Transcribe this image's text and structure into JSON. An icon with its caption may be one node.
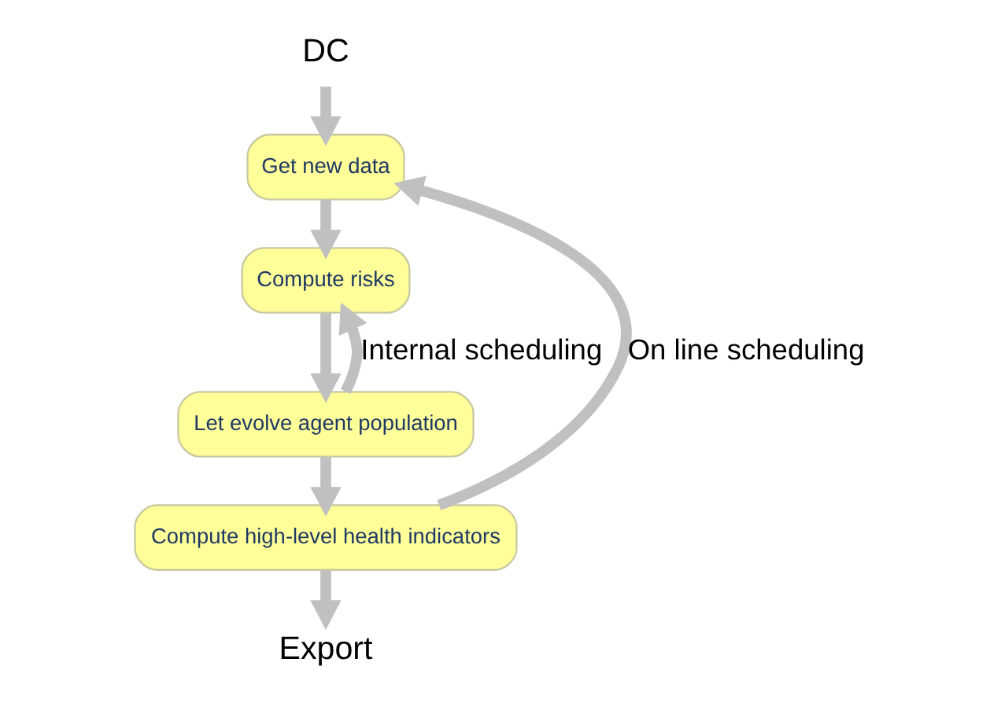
{
  "diagram": {
    "nodes": [
      {
        "text": [
          "DC"
        ]
      },
      {
        "text": [
          "Get new data"
        ]
      },
      {
        "text": [
          "Compute risks"
        ]
      },
      {
        "text": [
          "Let evolve agent population"
        ]
      },
      {
        "text": [
          "Compute high-level health indicators"
        ]
      },
      {
        "text": [
          "Export"
        ]
      }
    ],
    "edges": [
      {
        "from": 0,
        "to": 1,
        "arrow": "to"
      },
      {
        "from": 1,
        "to": 2,
        "arrow": "to"
      },
      {
        "from": 2,
        "to": 3,
        "arrow": "to"
      },
      {
        "from": 3,
        "to": 4,
        "arrow": "to"
      },
      {
        "from": 4,
        "to": 5,
        "arrow": "to"
      },
      {
        "from": 4,
        "to": 1,
        "arrow": "to",
        "label": "On line scheduling"
      },
      {
        "from": 3,
        "to": 2,
        "arrow": "to",
        "label": "Internal scheduling"
      }
    ]
  }
}
